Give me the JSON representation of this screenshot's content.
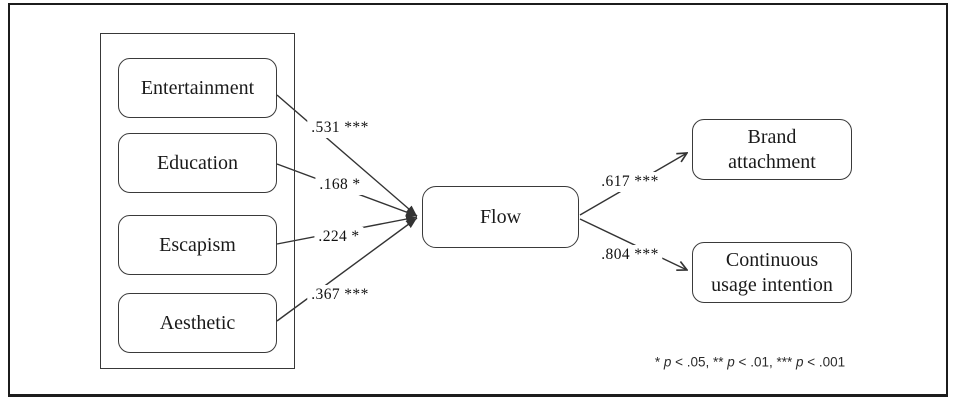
{
  "figure": {
    "boxes": {
      "predictors": [
        "Entertainment",
        "Education",
        "Escapism",
        "Aesthetic"
      ],
      "mediator": "Flow",
      "outcomes": [
        [
          "Brand",
          "attachment"
        ],
        [
          "Continuous",
          "usage intention"
        ]
      ]
    },
    "coefficients": {
      "entertainment_flow": ".531 ***",
      "education_flow": ".168 *",
      "escapism_flow": ".224 *",
      "aesthetic_flow": ".367 ***",
      "flow_brand_attachment": ".617 ***",
      "flow_continuous_usage": ".804 ***"
    },
    "footnote": {
      "segments": [
        {
          "text": "* ",
          "italic": false
        },
        {
          "text": "p",
          "italic": true
        },
        {
          "text": " < .05, ** ",
          "italic": false
        },
        {
          "text": "p",
          "italic": true
        },
        {
          "text": " < .01, *** ",
          "italic": false
        },
        {
          "text": "p",
          "italic": true
        },
        {
          "text": " < .001",
          "italic": false
        }
      ]
    },
    "colors": {
      "line": "#333333",
      "border": "#1c1c1c",
      "text": "#1a1a1a",
      "background": "#ffffff"
    }
  }
}
